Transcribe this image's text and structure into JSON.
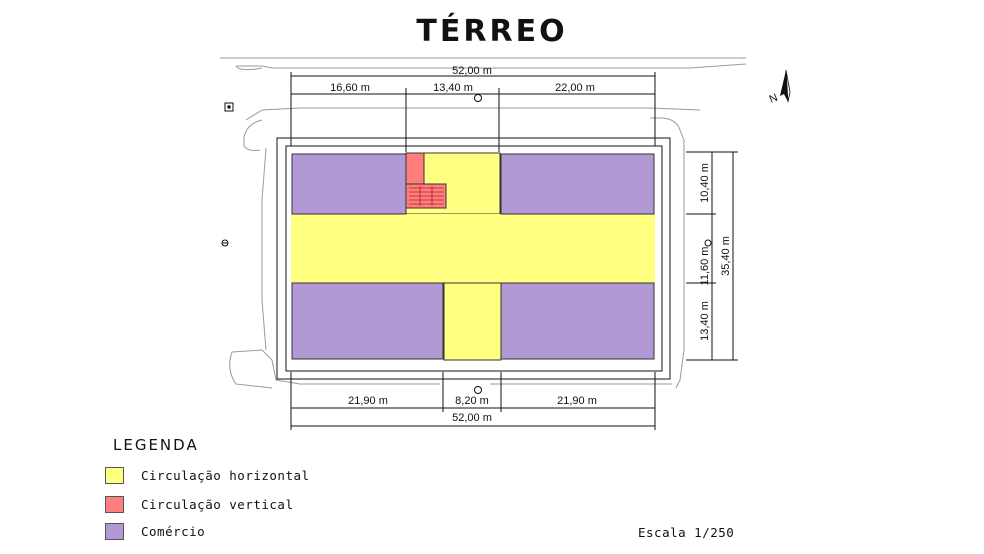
{
  "title": "TÉRREO",
  "colors": {
    "circulacao_horizontal": "#ffff80",
    "circulacao_vertical": "#ff7f7f",
    "comercio": "#b399d4",
    "line": "#111111",
    "site": "#9a9a9a"
  },
  "dimensions": {
    "top_total": "52,00 m",
    "top_segments": [
      "16,60 m",
      "13,40 m",
      "22,00 m"
    ],
    "bottom_segments": [
      "21,90 m",
      "8,20 m",
      "21,90 m"
    ],
    "bottom_total": "52,00 m",
    "right_segments": [
      "10,40 m",
      "11,60 m",
      "13,40 m"
    ],
    "right_total": "35,40 m"
  },
  "north_label": "N",
  "legend": {
    "title": "LEGENDA",
    "items": [
      {
        "label": "Circulação horizontal",
        "color": "#ffff80"
      },
      {
        "label": "Circulação vertical",
        "color": "#ff7f7f"
      },
      {
        "label": "Comércio",
        "color": "#b399d4"
      }
    ]
  },
  "scale": "Escala 1/250"
}
